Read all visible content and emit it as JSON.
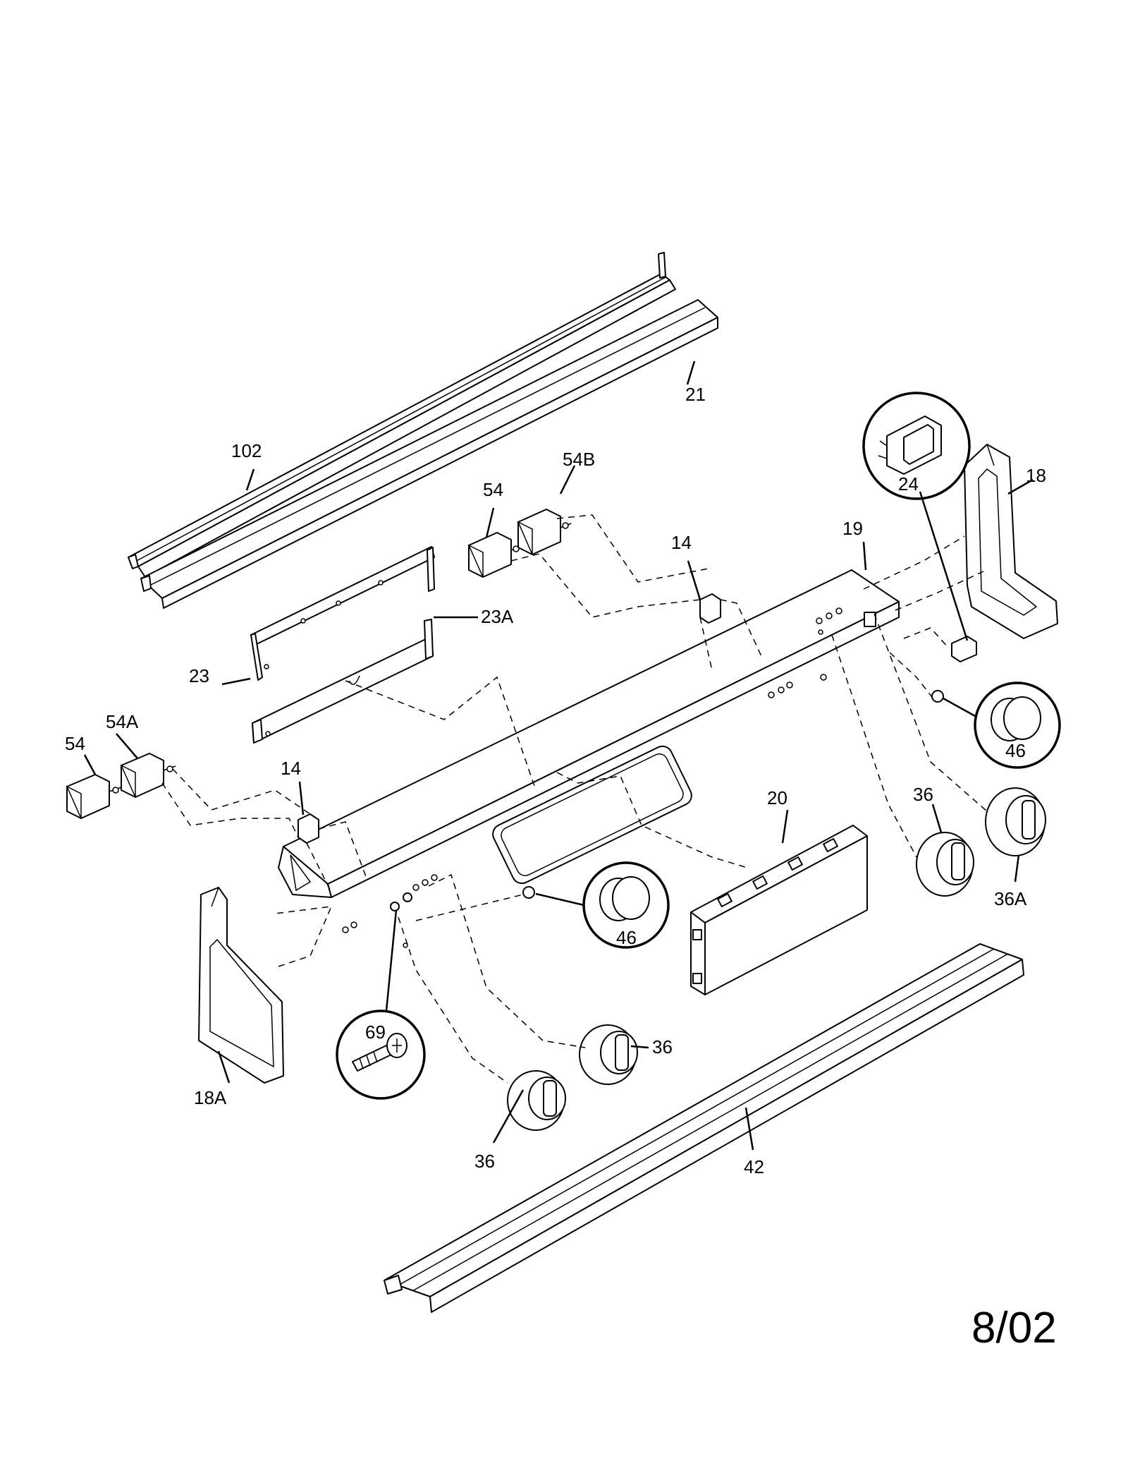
{
  "diagram": {
    "labels": {
      "l_102": "102",
      "l_21": "21",
      "l_18": "18",
      "l_24": "24",
      "l_19": "19",
      "l_54_top": "54",
      "l_54b": "54B",
      "l_14_top": "14",
      "l_23": "23",
      "l_23a": "23A",
      "l_46_right": "46",
      "l_54a": "54A",
      "l_54_left": "54",
      "l_14_left": "14",
      "l_20": "20",
      "l_36_right": "36",
      "l_36a": "36A",
      "l_46_center": "46",
      "l_69": "69",
      "l_36_mid": "36",
      "l_18a": "18A",
      "l_36_bottom": "36",
      "l_42": "42"
    },
    "revision_date": "8/02"
  }
}
